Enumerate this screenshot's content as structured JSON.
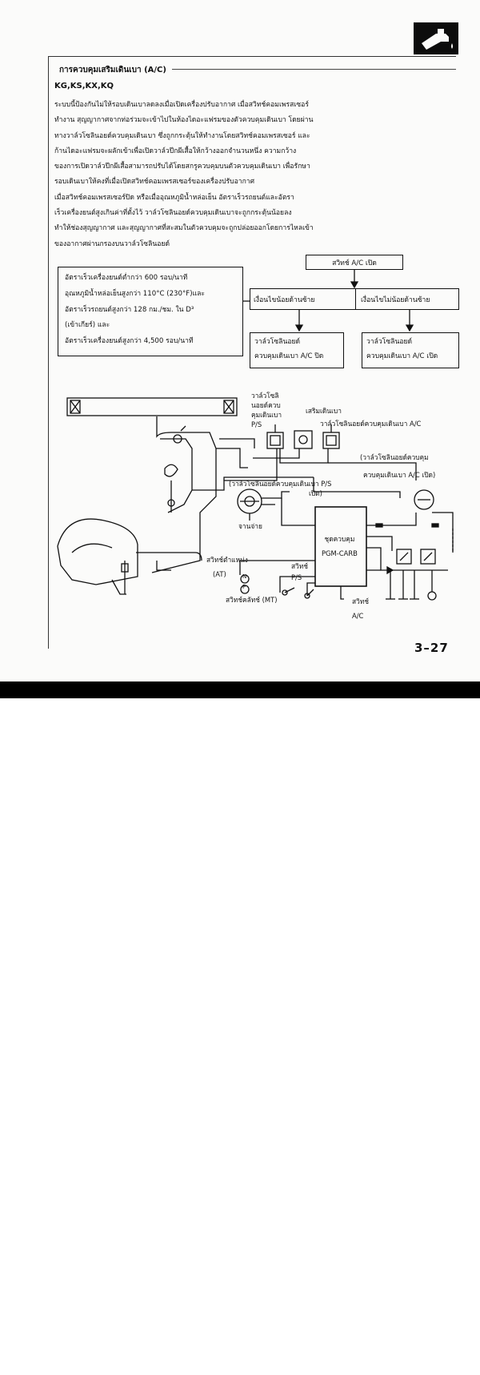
{
  "section_title": "การควบคุมเสริมเดินเบา (A/C)",
  "models": "KG,KS,KX,KQ",
  "paragraph_lines": [
    "ระบบนี้ป้องกันไม่ให้รอบเดินเบาลดลงเมื่อเปิดเครื่องปรับอากาศ  เมื่อสวิทช์คอมเพรสเซอร์",
    "ทำงาน  สุญญากาศจากท่อร่วมจะเข้าไปในห้องไดอะแฟรมของตัวควบคุมเดินเบา  โดยผ่าน",
    "ทางวาล์วโซลินอยด์ควบคุมเดินเบา  ซึ่งถูกกระตุ้นให้ทำงานโดยสวิทช์คอมเพรสเซอร์  และ",
    "ก้านไดอะแฟรมจะผลักเข้าเพื่อเปิดวาล์วปีกผีเสื้อให้กว้างออกจำนวนหนึ่ง       ความกว้าง",
    "ของการเปิดวาล์วปีกผีเสื้อสามารถปรับได้โดยสกรูควบคุมบนตัวควบคุมเดินเบา   เพื่อรักษา",
    "รอบเดินเบาให้คงที่เมื่อเปิดสวิทช์คอมเพรสเซอร์ของเครื่องปรับอากาศ",
    "เมื่อสวิทช์คอมเพรสเซอร์ปิด  หรือเมื่ออุณหภูมิน้ำหล่อเย็น      อัตราเร็วรถยนต์และอัตรา",
    "เร็วเครื่องยนต์สูงเกินค่าที่ตั้งไว้          วาล์วโซลินอยด์ควบคุมเดินเบาจะถูกกระตุ้นน้อยลง",
    "ทำให้ช่องสุญญากาศ  และสุญญากาศที่สะสมในตัวควบคุมจะถูกปล่อยออกโดยการไหลเข้า",
    "ของอากาศผ่านกรองบนวาล์วโซลินอยด์"
  ],
  "conditions": [
    "อัตราเร็วเครื่องยนต์ต่ำกว่า 600 รอบ/นาที",
    "อุณหภูมิน้ำหล่อเย็นสูงกว่า 110°C (230°F)และ",
    "อัตราเร็วรถยนต์สูงกว่า 128 กม./ชม. ใน D³",
    "(เข้าเกียร์)    และ",
    "อัตราเร็วเครื่องยนต์สูงกว่า 4,500 รอบ/นาที"
  ],
  "flow": {
    "ac_switch_on": "สวิทช์ A/C  เปิด",
    "cond_unmet": "เงื่อนไขน้อยด้านซ้าย",
    "cond_met": "เงื่อนไขไม่น้อยด้านซ้าย",
    "valve_left_1": "วาล์วโซลินอยด์",
    "valve_left_2": "ควบคุมเดินเบา A/C  ปิด",
    "valve_right_1": "วาล์วโซลินอยด์",
    "valve_right_2": "ควบคุมเดินเบา A/C  เปิด"
  },
  "diagram_labels": {
    "ps_valve_1": "วาล์วโซลิ",
    "ps_valve_2": "นอยด์ควบ",
    "ps_valve_3": "คุมเดินเบา",
    "ps_valve_4": "P/S",
    "fast_idle": "เสริมเดินเบา",
    "ac_valve": "วาล์วโซลินอยด์ควบคุมเดินเบา A/C",
    "ac_valve_open_1": "(วาล์วโซลินอยด์ควบคุม",
    "ac_valve_open_2": "ควบคุมเดินเบา A/C  เปิด)",
    "ps_valve_open_1": "(วาล์วโซลินอยด์ควบคุมเดินเบา P/S",
    "ps_valve_open_2": "เปิด)",
    "distributor": "จานจ่าย",
    "ecu_1": "ชุดควบคุม",
    "ecu_2": "PGM-CARB",
    "position_switch_1": "สวิทช์ตำแหน่ง",
    "position_switch_2": "(AT)",
    "ps_switch_1": "สวิทช์",
    "ps_switch_2": "P/S",
    "clutch_switch": "สวิทช์คลัทช์ (MT)",
    "ac_switch_1": "สวิทช์",
    "ac_switch_2": "A/C",
    "n_mark": "N",
    "p_mark": "P"
  },
  "page_number": "3–27",
  "watermark": "[900x1285] https://upic.me/"
}
